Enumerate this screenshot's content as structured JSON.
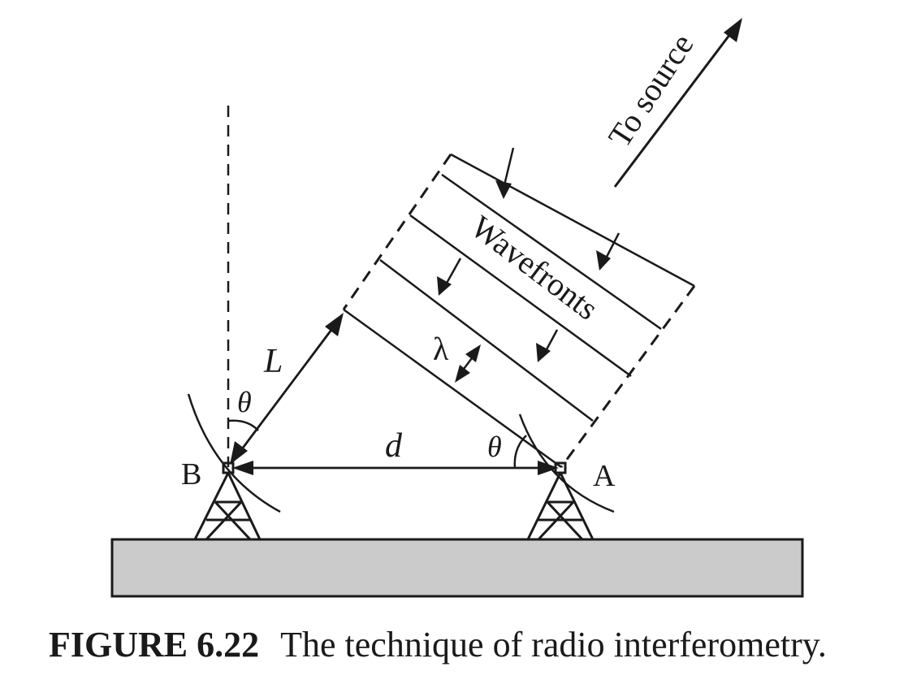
{
  "labels": {
    "to_source": "To source",
    "wavefronts": "Wavefronts",
    "L": "L",
    "lambda": "λ",
    "d": "d",
    "theta_b": "θ",
    "theta_a": "θ",
    "antenna_b": "B",
    "antenna_a": "A"
  },
  "caption": {
    "number": "FIGURE 6.22",
    "text": "The technique of radio interferometry."
  },
  "colors": {
    "ink": "#1a1a1a",
    "ground_fill": "#cbcbcb"
  }
}
